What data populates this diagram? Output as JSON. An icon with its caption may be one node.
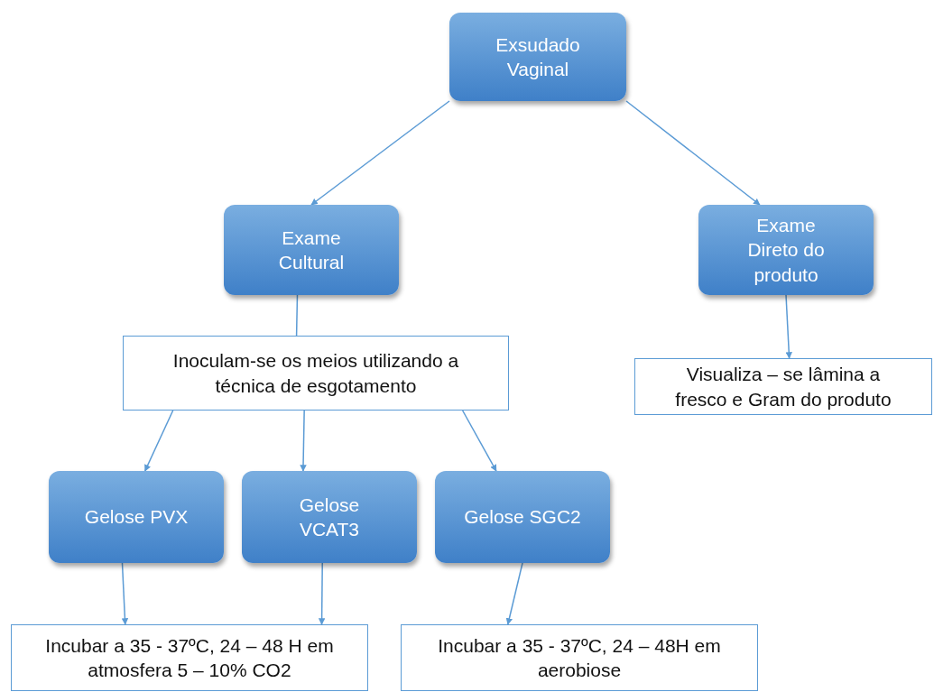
{
  "diagram": {
    "nodes": [
      {
        "text": [
          "Exsudado Vaginal"
        ]
      },
      {
        "text": [
          "Exame Cultural"
        ]
      },
      {
        "text": [
          "Exame Direto do produto"
        ]
      },
      {
        "text": [
          "Inoculam-se os meios utilizando a técnica de esgotamento"
        ]
      },
      {
        "text": [
          "Visualiza – se lâmina a fresco e Gram do produto"
        ]
      },
      {
        "text": [
          "Gelose PVX"
        ]
      },
      {
        "text": [
          "Gelose VCAT3"
        ]
      },
      {
        "text": [
          "Gelose SGC2"
        ]
      },
      {
        "text": [
          "Incubar a 35 - 37ºC, 24 – 48 H em atmosfera 5 – 10% CO2"
        ]
      },
      {
        "text": [
          "Incubar a 35 - 37ºC, 24 – 48H em aerobiose"
        ]
      }
    ],
    "edges": [
      {
        "from": 0,
        "to": 1,
        "arrow": "to"
      },
      {
        "from": 0,
        "to": 2,
        "arrow": "to"
      },
      {
        "from": 1,
        "to": 3,
        "arrow": "none"
      },
      {
        "from": 2,
        "to": 4,
        "arrow": "to"
      },
      {
        "from": 3,
        "to": 5,
        "arrow": "to"
      },
      {
        "from": 3,
        "to": 6,
        "arrow": "to"
      },
      {
        "from": 3,
        "to": 7,
        "arrow": "to"
      },
      {
        "from": 5,
        "to": 8,
        "arrow": "to"
      },
      {
        "from": 6,
        "to": 8,
        "arrow": "to"
      },
      {
        "from": 7,
        "to": 9,
        "arrow": "to"
      }
    ]
  }
}
